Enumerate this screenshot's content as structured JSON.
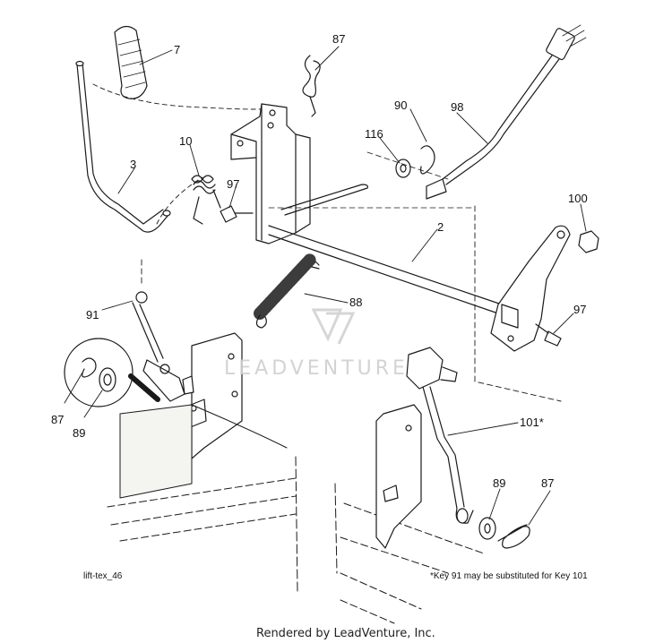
{
  "callouts": {
    "c7": "7",
    "c87_top": "87",
    "c90": "90",
    "c98": "98",
    "c116": "116",
    "c10": "10",
    "c3": "3",
    "c97_left": "97",
    "c2": "2",
    "c100": "100",
    "c88": "88",
    "c91": "91",
    "c97_right": "97",
    "c87_left": "87",
    "c89_left": "89",
    "c101": "101*",
    "c89_right": "89",
    "c87_right": "87"
  },
  "notes": {
    "figure_id": "lift-tex_46",
    "substitution": "*Key 91 may be substituted for Key 101"
  },
  "footer": "Rendered by LeadVenture, Inc.",
  "watermark": "LEADVENTURE",
  "colors": {
    "line": "#1a1a1a",
    "fill": "#ffffff",
    "shade": "#f4f4f0",
    "watermark": "#cfcfcf"
  }
}
